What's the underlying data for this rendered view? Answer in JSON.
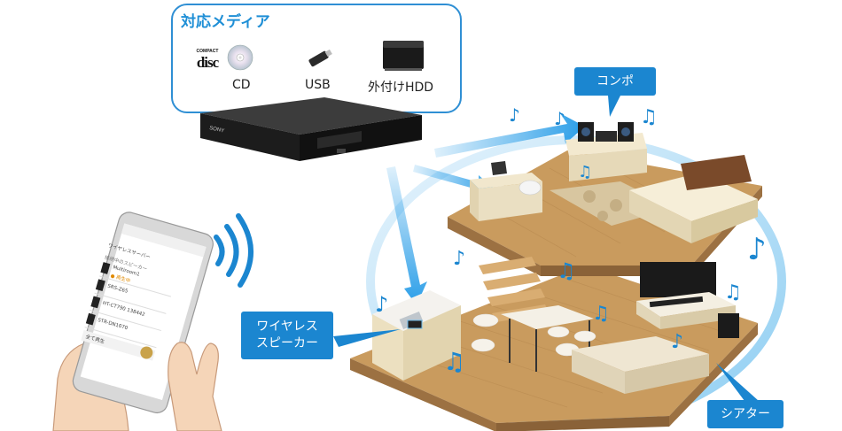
{
  "media": {
    "title": "対応メディア",
    "items": [
      {
        "label": "CD"
      },
      {
        "label": "USB"
      },
      {
        "label": "外付けHDD"
      }
    ],
    "cd_logo": "COMPACT disc",
    "player_brand": "SONY"
  },
  "callouts": {
    "component": "コンポ",
    "wireless_speaker": "ワイヤレス\nスピーカー",
    "theater": "シアター"
  },
  "phone_app": {
    "header": "ワイヤレスサーバー",
    "section": "接続中のスピーカー",
    "devices": [
      {
        "name": "Multiroom1",
        "status": "● 再生中"
      },
      {
        "name": "SRS-Z65"
      },
      {
        "name": "HT-CT790 138442"
      },
      {
        "name": "STR-DN1070"
      }
    ],
    "footer": "全て再生"
  },
  "colors": {
    "accent": "#1b86d0",
    "arrow": "#2a9ee8",
    "floor": "#c99b5e",
    "floor_edge": "#9c7142"
  },
  "icons": [
    "music-note-icon",
    "wifi-signal-icon"
  ]
}
